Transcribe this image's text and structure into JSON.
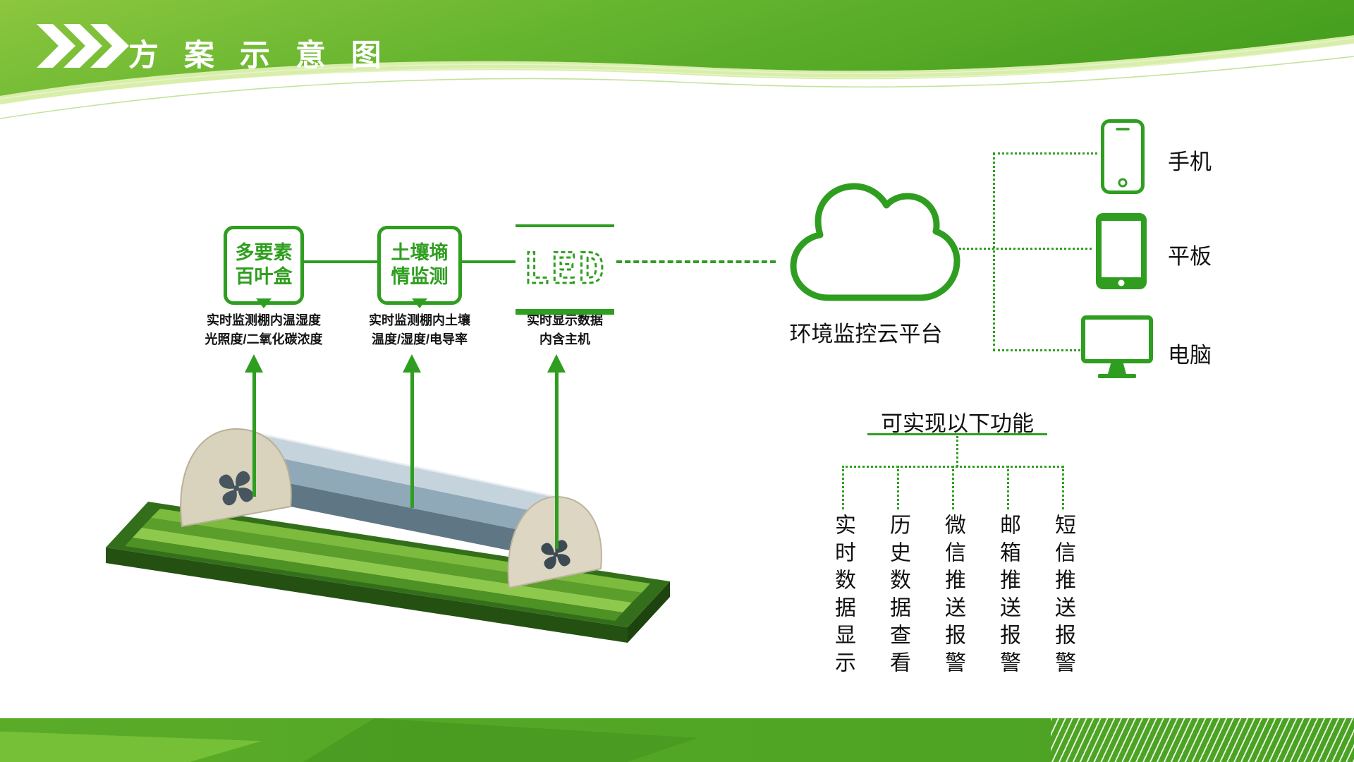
{
  "slide": {
    "title": "方 案 示 意 图"
  },
  "sensors": [
    {
      "line1": "多要素",
      "line2": "百叶盒",
      "caption1": "实时监测棚内温湿度",
      "caption2": "光照度/二氧化碳浓度"
    },
    {
      "line1": "土壤墒",
      "line2": "情监测",
      "caption1": "实时监测棚内土壤",
      "caption2": "温度/湿度/电导率"
    }
  ],
  "led": {
    "text": "LED",
    "caption1": "实时显示数据",
    "caption2": "内含主机"
  },
  "cloud": {
    "label": "环境监控云平台"
  },
  "devices": [
    {
      "icon": "smartphone-icon",
      "label": "手机"
    },
    {
      "icon": "tablet-icon",
      "label": "平板"
    },
    {
      "icon": "desktop-monitor-icon",
      "label": "电脑"
    }
  ],
  "functions": {
    "title": "可实现以下功能",
    "items": [
      "实时数据显示",
      "历史数据查看",
      "微信推送报警",
      "邮箱推送报警",
      "短信推送报警"
    ]
  },
  "colors": {
    "primary_green": "#2f9e20",
    "header_light": "#a8d84e",
    "header_dark": "#47a01f",
    "footer_green": "#4aa122",
    "text_dark": "#111111"
  }
}
